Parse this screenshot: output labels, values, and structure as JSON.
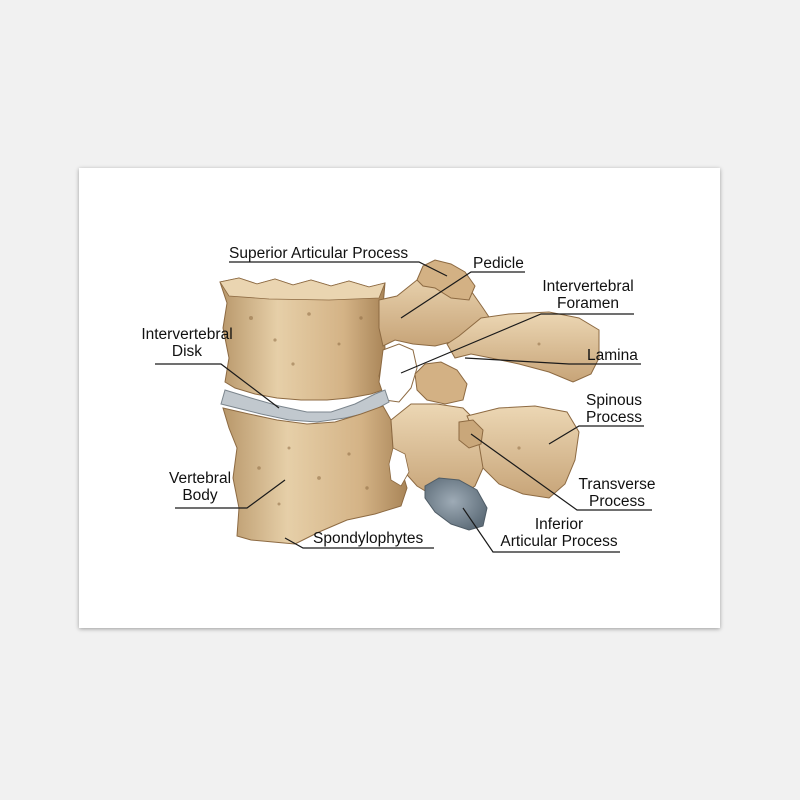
{
  "diagram": {
    "labels": {
      "superior_articular_process": "Superior Articular Process",
      "pedicle": "Pedicle",
      "intervertebral_foramen": [
        "Intervertebral",
        "Foramen"
      ],
      "intervertebral_disk": [
        "Intervertebral",
        "Disk"
      ],
      "lamina": "Lamina",
      "spinous_process": [
        "Spinous",
        "Process"
      ],
      "vertebral_body": [
        "Vertebral",
        "Body"
      ],
      "transverse_process": [
        "Transverse",
        "Process"
      ],
      "inferior_articular_process": [
        "Inferior",
        "Articular Process"
      ],
      "spondylophytes": "Spondylophytes"
    },
    "colors": {
      "bone": "#d8b98e",
      "bone_dark": "#a37f55",
      "bone_light": "#ecd7b4",
      "disk": "#b9c0c6",
      "facet": "#7f8e9a",
      "leader": "#1a1a1a"
    }
  }
}
